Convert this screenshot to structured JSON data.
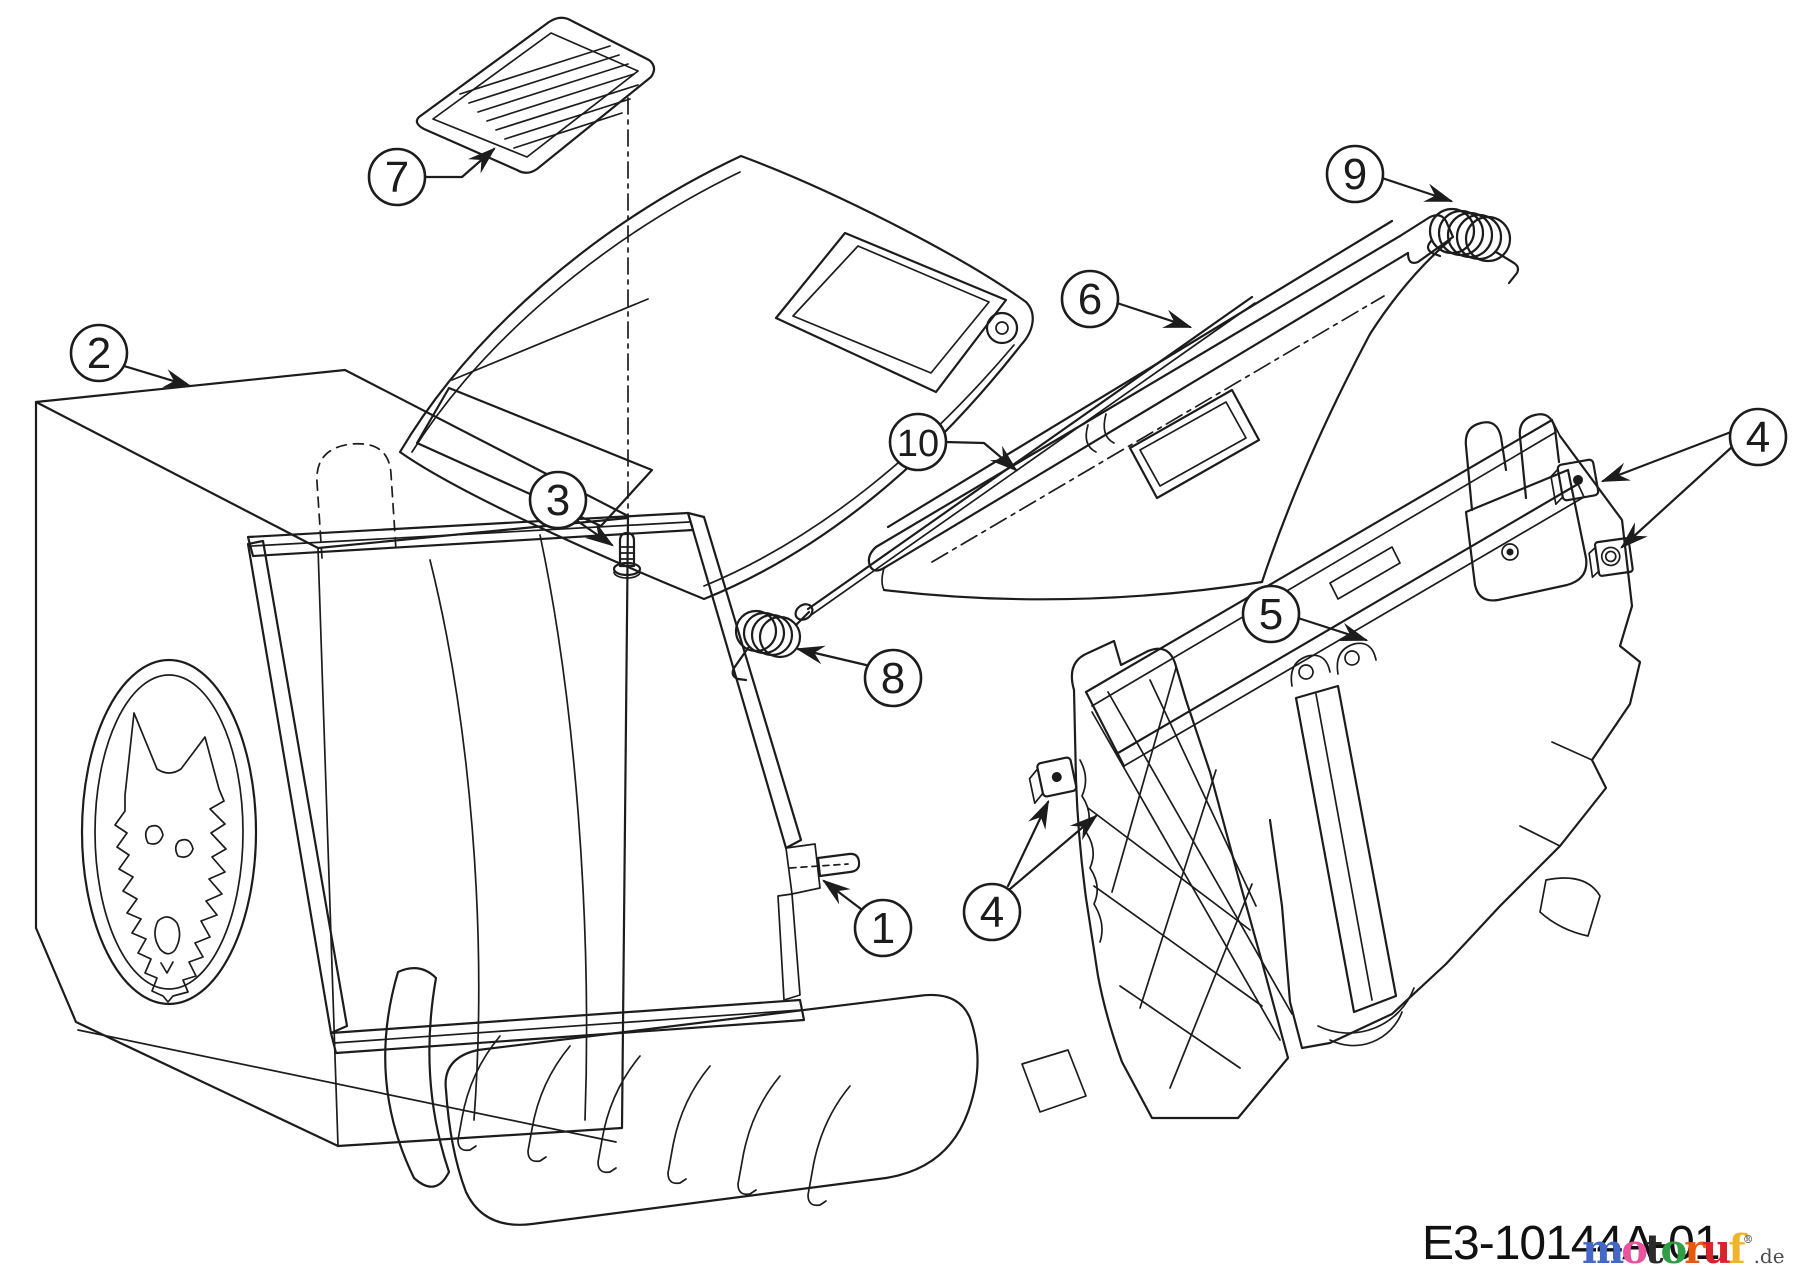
{
  "diagram": {
    "part_code": "E3-10144A-01",
    "callouts": [
      {
        "label": "1"
      },
      {
        "label": "2"
      },
      {
        "label": "3"
      },
      {
        "label": "4"
      },
      {
        "label": "4"
      },
      {
        "label": "5"
      },
      {
        "label": "6"
      },
      {
        "label": "7"
      },
      {
        "label": "8"
      },
      {
        "label": "9"
      },
      {
        "label": "10"
      }
    ]
  },
  "watermark": {
    "letters": [
      {
        "char": "m",
        "color": "#4468c8"
      },
      {
        "char": "o",
        "color": "#e8549e"
      },
      {
        "char": "t",
        "color": "#2b2b2b"
      },
      {
        "char": "o",
        "color": "#2f9e44"
      },
      {
        "char": "r",
        "color": "#e8590c"
      },
      {
        "char": "u",
        "color": "#d9232e"
      },
      {
        "char": "f",
        "color": "#f0b429"
      }
    ],
    "registered": "®",
    "suffix": ".de"
  }
}
